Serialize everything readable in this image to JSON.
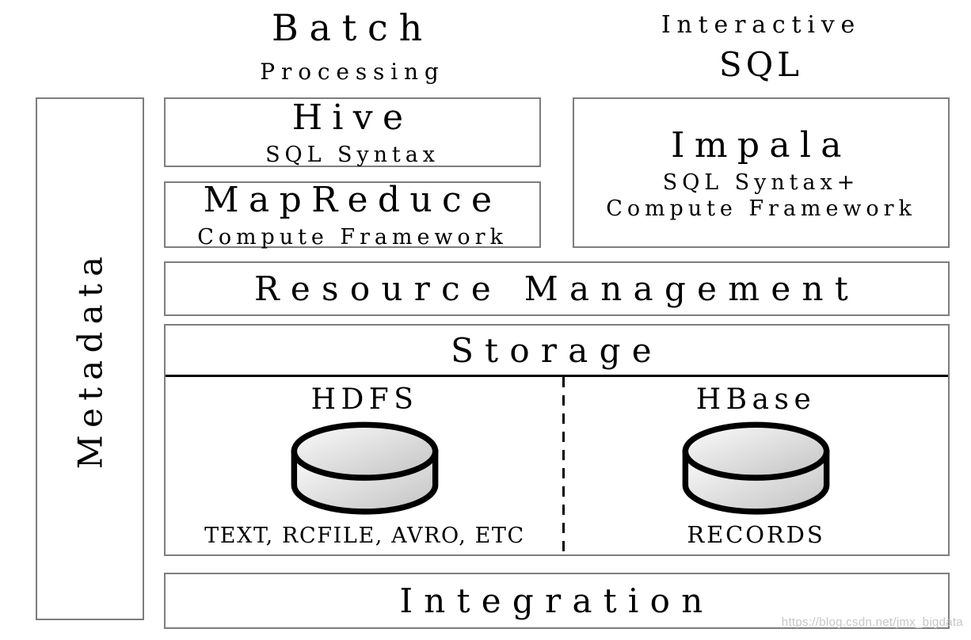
{
  "headers": {
    "batch": {
      "line1": "Batch",
      "line2": "Processing"
    },
    "interactive": {
      "line1": "Interactive",
      "line2": "SQL"
    }
  },
  "metadata_panel": {
    "label": "Metadata"
  },
  "boxes": {
    "hive": {
      "title": "Hive",
      "subtitle": "SQL Syntax"
    },
    "mapreduce": {
      "title": "MapReduce",
      "subtitle": "Compute Framework"
    },
    "impala": {
      "title": "Impala",
      "subtitle_line1": "SQL Syntax+",
      "subtitle_line2": "Compute Framework"
    },
    "resource_management": {
      "title": "Resource Management"
    },
    "storage": {
      "title": "Storage",
      "hdfs": {
        "title": "HDFS",
        "caption": "TEXT, RCFILE, AVRO, ETC",
        "icon": "database-cylinder-icon"
      },
      "hbase": {
        "title": "HBase",
        "caption": "RECORDS",
        "icon": "database-cylinder-icon"
      }
    },
    "integration": {
      "title": "Integration"
    }
  },
  "watermark": "https://blog.csdn.net/jmx_bigdata",
  "colors": {
    "box_border": "#7d7d7d",
    "divider_line": "#000000",
    "cylinder_outline": "#000000",
    "cylinder_fill_light": "#fcfcfc",
    "cylinder_fill_dark": "#c2c2c2",
    "watermark_text": "#c6c6c6"
  }
}
